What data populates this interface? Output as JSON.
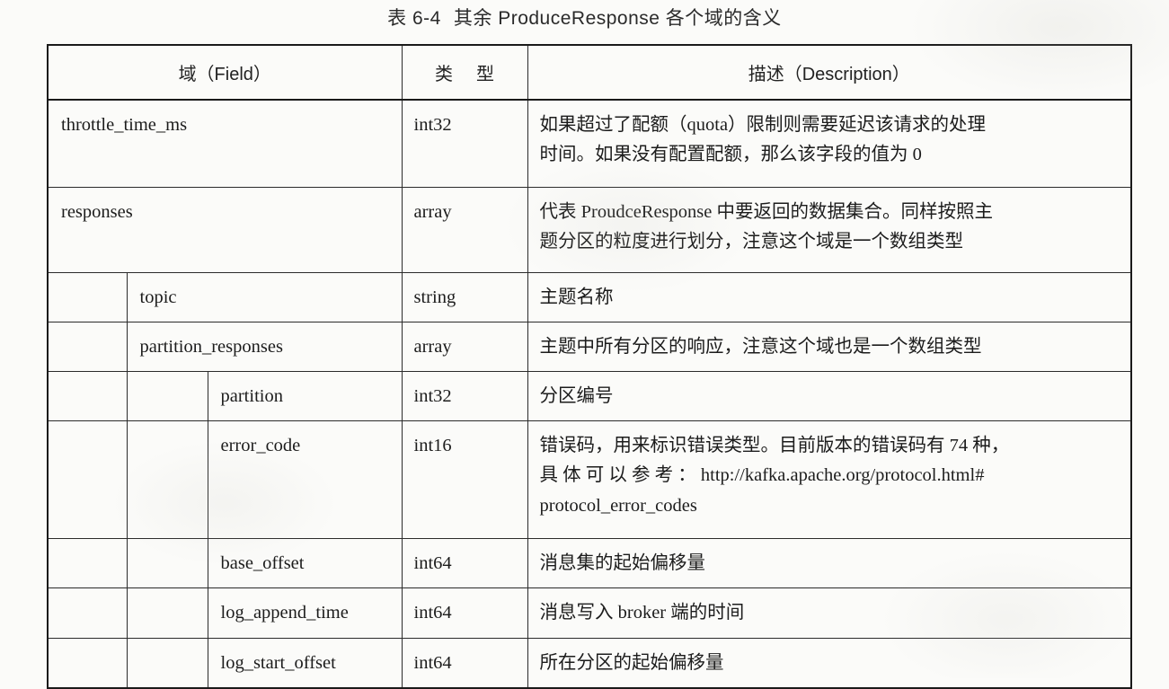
{
  "caption": {
    "number": "表 6-4",
    "text": "其余 ProduceResponse 各个域的含义"
  },
  "table": {
    "headers": {
      "field": "域（Field）",
      "type_left": "类",
      "type_right": "型",
      "description": "描述（Description）"
    },
    "rows": [
      {
        "indent": 0,
        "field": "throttle_time_ms",
        "type": "int32",
        "description_lines": [
          "如果超过了配额（quota）限制则需要延迟该请求的处理",
          "时间。如果没有配置配额，那么该字段的值为 0"
        ]
      },
      {
        "indent": 0,
        "field": "responses",
        "type": "array",
        "description_lines": [
          "代表 ProudceResponse 中要返回的数据集合。同样按照主",
          "题分区的粒度进行划分，注意这个域是一个数组类型"
        ]
      },
      {
        "indent": 1,
        "field": "topic",
        "type": "string",
        "description_lines": [
          "主题名称"
        ]
      },
      {
        "indent": 1,
        "field": "partition_responses",
        "type": "array",
        "description_lines": [
          "主题中所有分区的响应，注意这个域也是一个数组类型"
        ]
      },
      {
        "indent": 2,
        "field": "partition",
        "type": "int32",
        "description_lines": [
          "分区编号"
        ]
      },
      {
        "indent": 2,
        "field": "error_code",
        "type": "int16",
        "description_lines": [
          "错误码，用来标识错误类型。目前版本的错误码有 74 种，",
          "具 体 可 以 参 考 ： http://kafka.apache.org/protocol.html#",
          "protocol_error_codes"
        ]
      },
      {
        "indent": 2,
        "field": "base_offset",
        "type": "int64",
        "description_lines": [
          "消息集的起始偏移量"
        ]
      },
      {
        "indent": 2,
        "field": "log_append_time",
        "type": "int64",
        "description_lines": [
          "消息写入 broker 端的时间"
        ]
      },
      {
        "indent": 2,
        "field": "log_start_offset",
        "type": "int64",
        "description_lines": [
          "所在分区的起始偏移量"
        ]
      }
    ]
  }
}
